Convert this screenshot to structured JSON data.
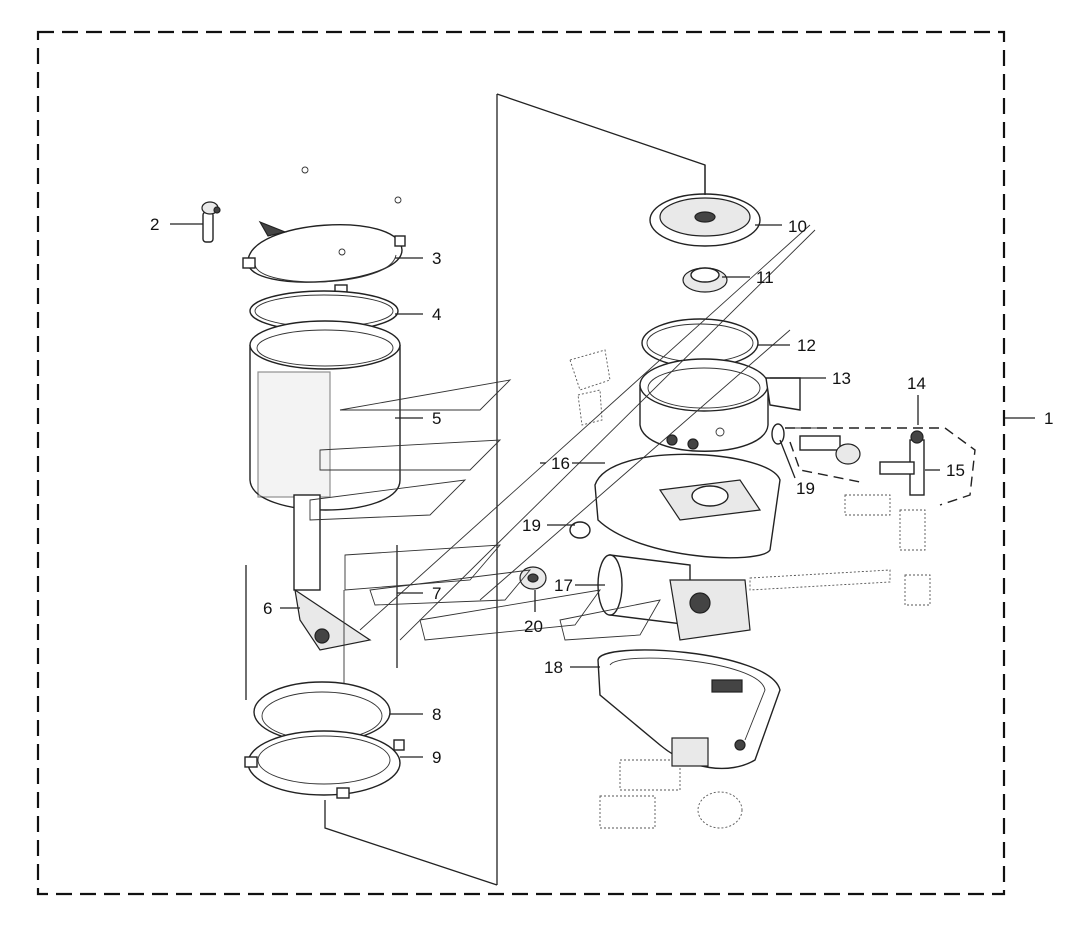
{
  "callouts": {
    "c1": "1",
    "c2": "2",
    "c3": "3",
    "c4": "4",
    "c5": "5",
    "c6": "6",
    "c7": "7",
    "c8": "8",
    "c9": "9",
    "c10": "10",
    "c11": "11",
    "c12": "12",
    "c13": "13",
    "c14": "14",
    "c15": "15",
    "c16": "16",
    "c17": "17",
    "c18": "18",
    "c19a": "19",
    "c19b": "19",
    "c20": "20"
  },
  "colors": {
    "line": "#222222",
    "background": "#ffffff",
    "fill": "#e9e9e9"
  }
}
